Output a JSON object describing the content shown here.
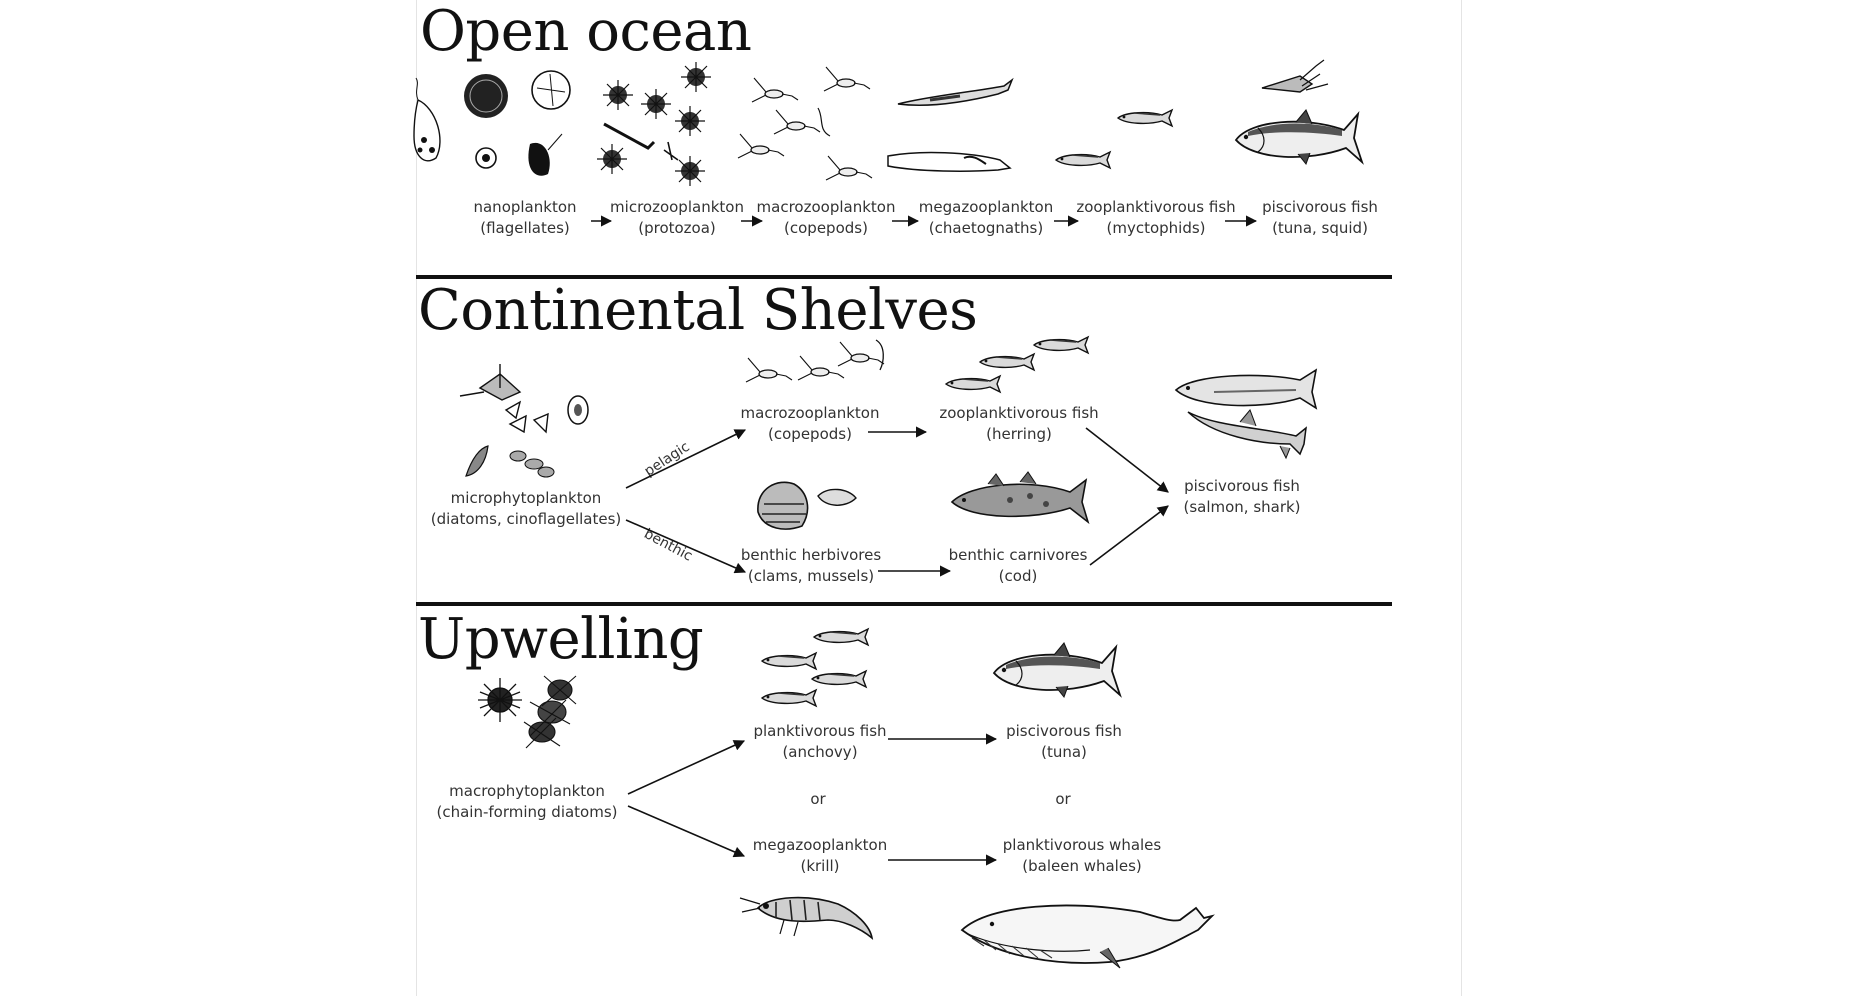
{
  "sections": [
    {
      "title": "Open ocean",
      "chain": [
        {
          "name": "nanoplankton",
          "example": "(flagellates)"
        },
        {
          "name": "microzooplankton",
          "example": "(protozoa)"
        },
        {
          "name": "macrozooplankton",
          "example": "(copepods)"
        },
        {
          "name": "megazooplankton",
          "example": "(chaetognaths)"
        },
        {
          "name": "zooplanktivorous fish",
          "example": "(myctophids)"
        },
        {
          "name": "piscivorous fish",
          "example": "(tuna, squid)"
        }
      ]
    },
    {
      "title": "Continental Shelves",
      "source": {
        "name": "microphytoplankton",
        "example": "(diatoms, cinoflagellates)"
      },
      "branches": [
        "pelagic",
        "benthic"
      ],
      "pelagic": [
        {
          "name": "macrozooplankton",
          "example": "(copepods)"
        },
        {
          "name": "zooplanktivorous fish",
          "example": "(herring)"
        }
      ],
      "benthic": [
        {
          "name": "benthic herbivores",
          "example": "(clams, mussels)"
        },
        {
          "name": "benthic carnivores",
          "example": "(cod)"
        }
      ],
      "sink": {
        "name": "piscivorous fish",
        "example": "(salmon, shark)"
      }
    },
    {
      "title": "Upwelling",
      "source": {
        "name": "macrophytoplankton",
        "example": "(chain-forming diatoms)"
      },
      "upper": [
        {
          "name": "planktivorous fish",
          "example": "(anchovy)"
        },
        {
          "name": "piscivorous fish",
          "example": "(tuna)"
        }
      ],
      "lower": [
        {
          "name": "megazooplankton",
          "example": "(krill)"
        },
        {
          "name": "planktivorous whales",
          "example": "(baleen whales)"
        }
      ],
      "or_label": "or"
    }
  ],
  "colors": {
    "ink": "#111111",
    "text": "#333333",
    "fill_light": "#e8e8e8",
    "fill_dark": "#444444"
  },
  "illustrations": {
    "open_ocean": [
      "flagellate-cell-illustration",
      "protozoa-illustration",
      "copepod-illustration",
      "chaetognath-illustration",
      "myctophid-illustration",
      "tuna-illustration",
      "squid-illustration"
    ],
    "shelves": [
      "diatom-illustration",
      "copepod-illustration",
      "herring-illustration",
      "clam-illustration",
      "cod-illustration",
      "salmon-illustration",
      "shark-illustration"
    ],
    "upwelling": [
      "chain-diatom-illustration",
      "anchovy-illustration",
      "tuna-illustration",
      "krill-illustration",
      "baleen-whale-illustration"
    ]
  }
}
